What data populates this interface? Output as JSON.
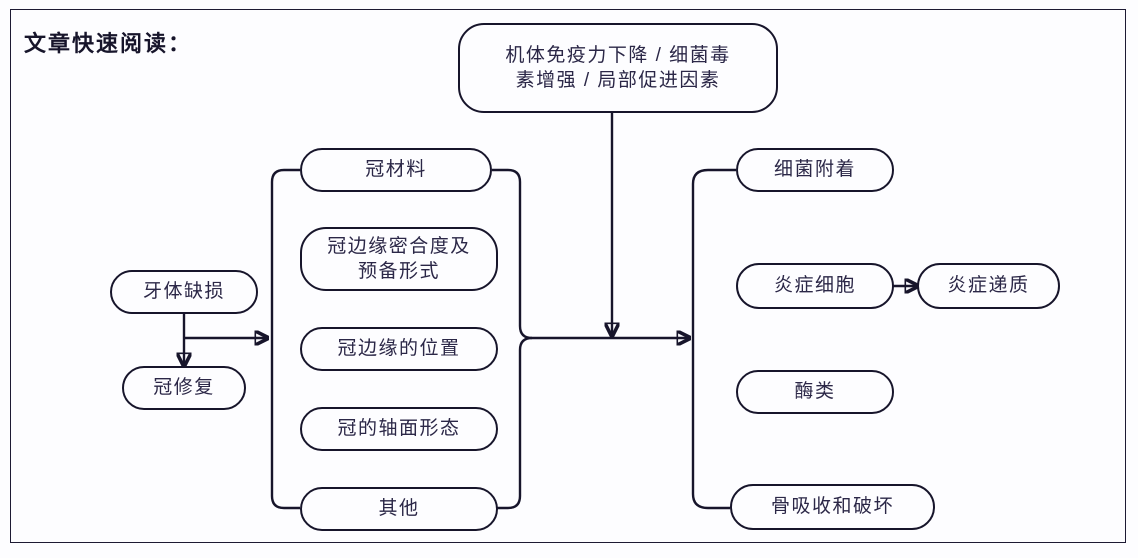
{
  "page": {
    "title": "文章快速阅读：",
    "background_color": "#fdfdff",
    "border_color": "#17152b",
    "text_color": "#2b2747"
  },
  "diagram": {
    "type": "flowchart",
    "nodes": {
      "top_factors": "机体免疫力下降 / 细菌毒素增强 / 局部促进因素",
      "top_factors_line1": "机体免疫力下降 / 细菌毒",
      "top_factors_line2": "素增强 / 局部促进因素",
      "tooth_defect": "牙体缺损",
      "crown_restoration": "冠修复",
      "crown_material": "冠材料",
      "margin_fit_line1": "冠边缘密合度及",
      "margin_fit_line2": "预备形式",
      "margin_position": "冠边缘的位置",
      "axial_form": "冠的轴面形态",
      "other": "其他",
      "bacterial_adhesion": "细菌附着",
      "inflammatory_cells": "炎症细胞",
      "inflammatory_mediators": "炎症递质",
      "enzymes": "酶类",
      "bone_resorption": "骨吸收和破坏"
    },
    "edges": [
      {
        "from": "tooth_defect",
        "to": "crown_restoration",
        "arrow": true
      },
      {
        "from": "tooth_defect",
        "to": "left_brace",
        "arrow": true
      },
      {
        "from": "top_factors",
        "to": "junction",
        "arrow": true
      },
      {
        "from": "junction",
        "to": "right_brace",
        "arrow": true
      },
      {
        "from": "inflammatory_cells",
        "to": "inflammatory_mediators",
        "arrow": true
      }
    ],
    "groups": {
      "left_brace_members": [
        "crown_material",
        "margin_fit",
        "margin_position",
        "axial_form",
        "other"
      ],
      "right_brace_members": [
        "bacterial_adhesion",
        "inflammatory_cells",
        "enzymes",
        "bone_resorption"
      ]
    }
  }
}
